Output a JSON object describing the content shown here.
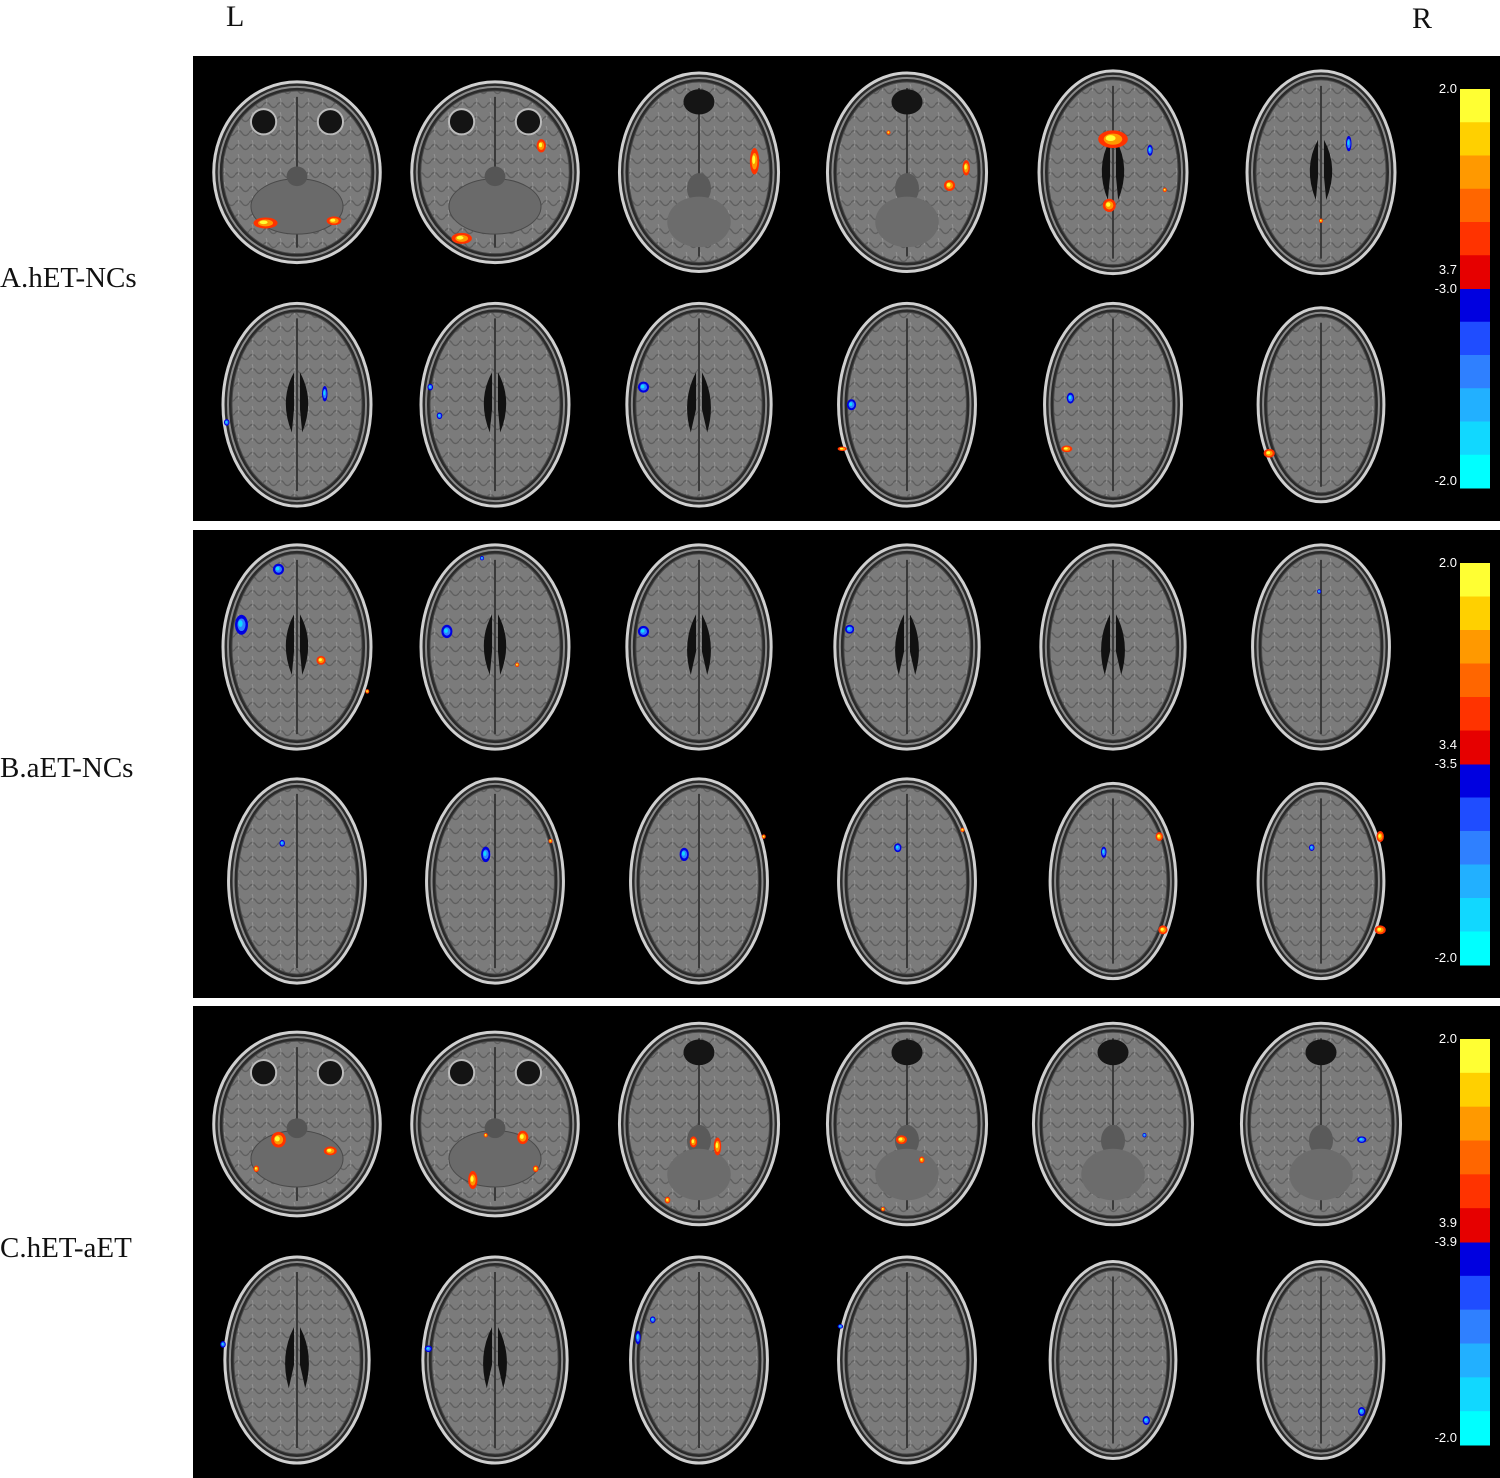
{
  "orientation": {
    "left": "L",
    "right": "R"
  },
  "panels": [
    {
      "label": "A.hET-NCs",
      "scale": {
        "top": "2.0",
        "pos_end": "3.7",
        "neg_start": "-3.0",
        "bottom": "-2.0"
      },
      "rows": [
        [
          {
            "level": "skull-base",
            "blobs": [
              {
                "fx": 0.33,
                "fy": 0.73,
                "sx": 0.13,
                "sy": 0.05,
                "c": "hot"
              },
              {
                "fx": 0.7,
                "fy": 0.72,
                "sx": 0.08,
                "sy": 0.04,
                "c": "hot"
              }
            ]
          },
          {
            "level": "skull-base",
            "blobs": [
              {
                "fx": 0.32,
                "fy": 0.8,
                "sx": 0.11,
                "sy": 0.05,
                "c": "hot"
              },
              {
                "fx": 0.75,
                "fy": 0.38,
                "sx": 0.05,
                "sy": 0.06,
                "c": "hot"
              }
            ]
          },
          {
            "level": "temporal",
            "blobs": [
              {
                "fx": 0.8,
                "fy": 0.45,
                "sx": 0.05,
                "sy": 0.12,
                "c": "hot"
              }
            ]
          },
          {
            "level": "temporal",
            "blobs": [
              {
                "fx": 0.73,
                "fy": 0.56,
                "sx": 0.06,
                "sy": 0.05,
                "c": "hot"
              },
              {
                "fx": 0.82,
                "fy": 0.48,
                "sx": 0.04,
                "sy": 0.07,
                "c": "hot"
              },
              {
                "fx": 0.4,
                "fy": 0.32,
                "sx": 0.02,
                "sy": 0.02,
                "c": "hot"
              }
            ]
          },
          {
            "level": "ventricle",
            "blobs": [
              {
                "fx": 0.5,
                "fy": 0.35,
                "sx": 0.16,
                "sy": 0.08,
                "c": "hot"
              },
              {
                "fx": 0.48,
                "fy": 0.65,
                "sx": 0.07,
                "sy": 0.06,
                "c": "hot"
              },
              {
                "fx": 0.7,
                "fy": 0.4,
                "sx": 0.03,
                "sy": 0.05,
                "c": "cold"
              },
              {
                "fx": 0.78,
                "fy": 0.58,
                "sx": 0.02,
                "sy": 0.02,
                "c": "hot"
              }
            ]
          },
          {
            "level": "ventricle",
            "blobs": [
              {
                "fx": 0.65,
                "fy": 0.37,
                "sx": 0.03,
                "sy": 0.07,
                "c": "cold"
              },
              {
                "fx": 0.5,
                "fy": 0.72,
                "sx": 0.02,
                "sy": 0.02,
                "c": "hot"
              }
            ]
          }
        ],
        [
          {
            "level": "ventricle",
            "blobs": [
              {
                "fx": 0.65,
                "fy": 0.45,
                "sx": 0.03,
                "sy": 0.07,
                "c": "cold"
              },
              {
                "fx": 0.12,
                "fy": 0.58,
                "sx": 0.03,
                "sy": 0.03,
                "c": "cold"
              }
            ]
          },
          {
            "level": "ventricle",
            "blobs": [
              {
                "fx": 0.15,
                "fy": 0.42,
                "sx": 0.03,
                "sy": 0.03,
                "c": "cold"
              },
              {
                "fx": 0.2,
                "fy": 0.55,
                "sx": 0.03,
                "sy": 0.03,
                "c": "cold"
              }
            ]
          },
          {
            "level": "body",
            "blobs": [
              {
                "fx": 0.2,
                "fy": 0.42,
                "sx": 0.06,
                "sy": 0.05,
                "c": "cold"
              }
            ]
          },
          {
            "level": "high",
            "blobs": [
              {
                "fx": 0.2,
                "fy": 0.5,
                "sx": 0.05,
                "sy": 0.05,
                "c": "cold"
              },
              {
                "fx": 0.15,
                "fy": 0.7,
                "sx": 0.05,
                "sy": 0.02,
                "c": "hot"
              }
            ]
          },
          {
            "level": "high",
            "blobs": [
              {
                "fx": 0.27,
                "fy": 0.47,
                "sx": 0.04,
                "sy": 0.05,
                "c": "cold"
              },
              {
                "fx": 0.25,
                "fy": 0.7,
                "sx": 0.06,
                "sy": 0.03,
                "c": "hot"
              }
            ]
          },
          {
            "level": "vertex",
            "blobs": [
              {
                "fx": 0.22,
                "fy": 0.72,
                "sx": 0.06,
                "sy": 0.04,
                "c": "hot"
              }
            ]
          }
        ]
      ]
    },
    {
      "label": "B.aET-NCs",
      "scale": {
        "top": "2.0",
        "pos_end": "3.4",
        "neg_start": "-3.5",
        "bottom": "-2.0"
      },
      "rows": [
        [
          {
            "level": "ventricle",
            "blobs": [
              {
                "fx": 0.4,
                "fy": 0.15,
                "sx": 0.06,
                "sy": 0.05,
                "c": "cold"
              },
              {
                "fx": 0.2,
                "fy": 0.4,
                "sx": 0.07,
                "sy": 0.09,
                "c": "cold"
              },
              {
                "fx": 0.63,
                "fy": 0.56,
                "sx": 0.05,
                "sy": 0.04,
                "c": "hot"
              },
              {
                "fx": 0.88,
                "fy": 0.7,
                "sx": 0.02,
                "sy": 0.02,
                "c": "hot"
              }
            ]
          },
          {
            "level": "ventricle",
            "blobs": [
              {
                "fx": 0.24,
                "fy": 0.43,
                "sx": 0.06,
                "sy": 0.06,
                "c": "cold"
              },
              {
                "fx": 0.43,
                "fy": 0.1,
                "sx": 0.02,
                "sy": 0.02,
                "c": "cold"
              },
              {
                "fx": 0.62,
                "fy": 0.58,
                "sx": 0.02,
                "sy": 0.02,
                "c": "hot"
              }
            ]
          },
          {
            "level": "body",
            "blobs": [
              {
                "fx": 0.2,
                "fy": 0.43,
                "sx": 0.06,
                "sy": 0.05,
                "c": "cold"
              }
            ]
          },
          {
            "level": "body",
            "blobs": [
              {
                "fx": 0.19,
                "fy": 0.42,
                "sx": 0.05,
                "sy": 0.04,
                "c": "cold"
              }
            ]
          },
          {
            "level": "body",
            "blobs": []
          },
          {
            "level": "high",
            "blobs": [
              {
                "fx": 0.49,
                "fy": 0.25,
                "sx": 0.02,
                "sy": 0.02,
                "c": "cold"
              }
            ]
          }
        ],
        [
          {
            "level": "high",
            "blobs": [
              {
                "fx": 0.42,
                "fy": 0.33,
                "sx": 0.03,
                "sy": 0.03,
                "c": "cold"
              }
            ]
          },
          {
            "level": "high",
            "blobs": [
              {
                "fx": 0.45,
                "fy": 0.38,
                "sx": 0.05,
                "sy": 0.07,
                "c": "cold"
              },
              {
                "fx": 0.8,
                "fy": 0.32,
                "sx": 0.02,
                "sy": 0.02,
                "c": "hot"
              }
            ]
          },
          {
            "level": "high",
            "blobs": [
              {
                "fx": 0.42,
                "fy": 0.38,
                "sx": 0.05,
                "sy": 0.06,
                "c": "cold"
              },
              {
                "fx": 0.85,
                "fy": 0.3,
                "sx": 0.02,
                "sy": 0.02,
                "c": "hot"
              }
            ]
          },
          {
            "level": "high",
            "blobs": [
              {
                "fx": 0.45,
                "fy": 0.35,
                "sx": 0.04,
                "sy": 0.04,
                "c": "cold"
              },
              {
                "fx": 0.8,
                "fy": 0.27,
                "sx": 0.02,
                "sy": 0.02,
                "c": "hot"
              }
            ]
          },
          {
            "level": "vertex",
            "blobs": [
              {
                "fx": 0.45,
                "fy": 0.37,
                "sx": 0.03,
                "sy": 0.05,
                "c": "cold"
              },
              {
                "fx": 0.75,
                "fy": 0.3,
                "sx": 0.04,
                "sy": 0.04,
                "c": "hot"
              },
              {
                "fx": 0.77,
                "fy": 0.72,
                "sx": 0.05,
                "sy": 0.04,
                "c": "hot"
              }
            ]
          },
          {
            "level": "vertex",
            "blobs": [
              {
                "fx": 0.45,
                "fy": 0.35,
                "sx": 0.03,
                "sy": 0.03,
                "c": "cold"
              },
              {
                "fx": 0.82,
                "fy": 0.3,
                "sx": 0.04,
                "sy": 0.05,
                "c": "hot"
              },
              {
                "fx": 0.82,
                "fy": 0.72,
                "sx": 0.06,
                "sy": 0.04,
                "c": "hot"
              }
            ]
          }
        ]
      ]
    },
    {
      "label": "C.hET-aET",
      "scale": {
        "top": "2.0",
        "pos_end": "3.9",
        "neg_start": "-3.9",
        "bottom": "-2.0"
      },
      "rows": [
        [
          {
            "level": "skull-base",
            "blobs": [
              {
                "fx": 0.4,
                "fy": 0.57,
                "sx": 0.08,
                "sy": 0.07,
                "c": "hot"
              },
              {
                "fx": 0.68,
                "fy": 0.62,
                "sx": 0.07,
                "sy": 0.04,
                "c": "hot"
              },
              {
                "fx": 0.28,
                "fy": 0.7,
                "sx": 0.03,
                "sy": 0.03,
                "c": "hot"
              }
            ]
          },
          {
            "level": "skull-base",
            "blobs": [
              {
                "fx": 0.38,
                "fy": 0.75,
                "sx": 0.05,
                "sy": 0.08,
                "c": "hot"
              },
              {
                "fx": 0.65,
                "fy": 0.56,
                "sx": 0.06,
                "sy": 0.06,
                "c": "hot"
              },
              {
                "fx": 0.72,
                "fy": 0.7,
                "sx": 0.03,
                "sy": 0.03,
                "c": "hot"
              },
              {
                "fx": 0.45,
                "fy": 0.55,
                "sx": 0.02,
                "sy": 0.02,
                "c": "hot"
              }
            ]
          },
          {
            "level": "temporal",
            "blobs": [
              {
                "fx": 0.47,
                "fy": 0.58,
                "sx": 0.04,
                "sy": 0.05,
                "c": "hot"
              },
              {
                "fx": 0.6,
                "fy": 0.6,
                "sx": 0.04,
                "sy": 0.08,
                "c": "hot"
              },
              {
                "fx": 0.33,
                "fy": 0.84,
                "sx": 0.03,
                "sy": 0.03,
                "c": "hot"
              }
            ]
          },
          {
            "level": "temporal",
            "blobs": [
              {
                "fx": 0.47,
                "fy": 0.57,
                "sx": 0.06,
                "sy": 0.04,
                "c": "hot"
              },
              {
                "fx": 0.58,
                "fy": 0.66,
                "sx": 0.03,
                "sy": 0.03,
                "c": "hot"
              },
              {
                "fx": 0.37,
                "fy": 0.88,
                "sx": 0.02,
                "sy": 0.02,
                "c": "hot"
              }
            ]
          },
          {
            "level": "temporal",
            "blobs": [
              {
                "fx": 0.67,
                "fy": 0.55,
                "sx": 0.02,
                "sy": 0.02,
                "c": "cold"
              }
            ]
          },
          {
            "level": "temporal",
            "blobs": [
              {
                "fx": 0.72,
                "fy": 0.57,
                "sx": 0.05,
                "sy": 0.03,
                "c": "cold"
              }
            ]
          }
        ],
        [
          {
            "level": "body",
            "blobs": [
              {
                "fx": 0.1,
                "fy": 0.43,
                "sx": 0.03,
                "sy": 0.03,
                "c": "cold"
              }
            ]
          },
          {
            "level": "body",
            "blobs": [
              {
                "fx": 0.14,
                "fy": 0.45,
                "sx": 0.04,
                "sy": 0.03,
                "c": "cold"
              }
            ]
          },
          {
            "level": "high",
            "blobs": [
              {
                "fx": 0.17,
                "fy": 0.4,
                "sx": 0.03,
                "sy": 0.06,
                "c": "cold"
              },
              {
                "fx": 0.25,
                "fy": 0.32,
                "sx": 0.03,
                "sy": 0.03,
                "c": "cold"
              }
            ]
          },
          {
            "level": "high",
            "blobs": [
              {
                "fx": 0.14,
                "fy": 0.35,
                "sx": 0.03,
                "sy": 0.02,
                "c": "cold"
              }
            ]
          },
          {
            "level": "vertex",
            "blobs": [
              {
                "fx": 0.68,
                "fy": 0.77,
                "sx": 0.04,
                "sy": 0.04,
                "c": "cold"
              }
            ]
          },
          {
            "level": "vertex",
            "blobs": [
              {
                "fx": 0.72,
                "fy": 0.73,
                "sx": 0.04,
                "sy": 0.04,
                "c": "cold"
              }
            ]
          }
        ]
      ]
    }
  ]
}
